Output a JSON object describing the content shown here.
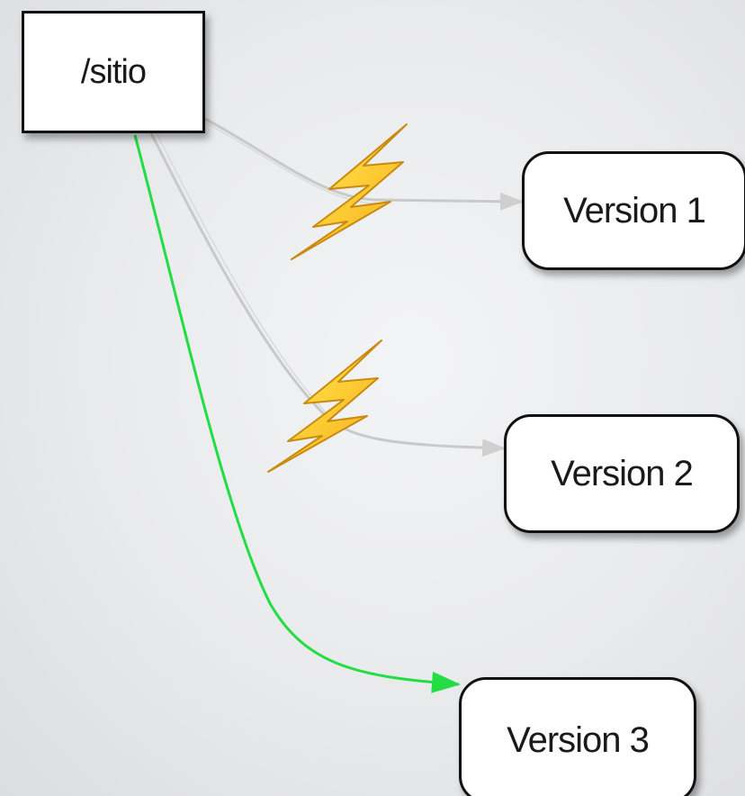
{
  "diagram": {
    "nodes": {
      "source": "/sitio",
      "version_1": "Version 1",
      "version_2": "Version 2",
      "version_3": "Version 3"
    },
    "edges": [
      {
        "from": "/sitio",
        "to": "Version 1",
        "status": "broken",
        "color": "#c9c9c9"
      },
      {
        "from": "/sitio",
        "to": "Version 2",
        "status": "broken",
        "color": "#c9c9c9"
      },
      {
        "from": "/sitio",
        "to": "Version 3",
        "status": "active",
        "color": "#22dd44"
      }
    ],
    "icons": [
      "lightning-bolt-icon",
      "lightning-bolt-icon"
    ]
  }
}
